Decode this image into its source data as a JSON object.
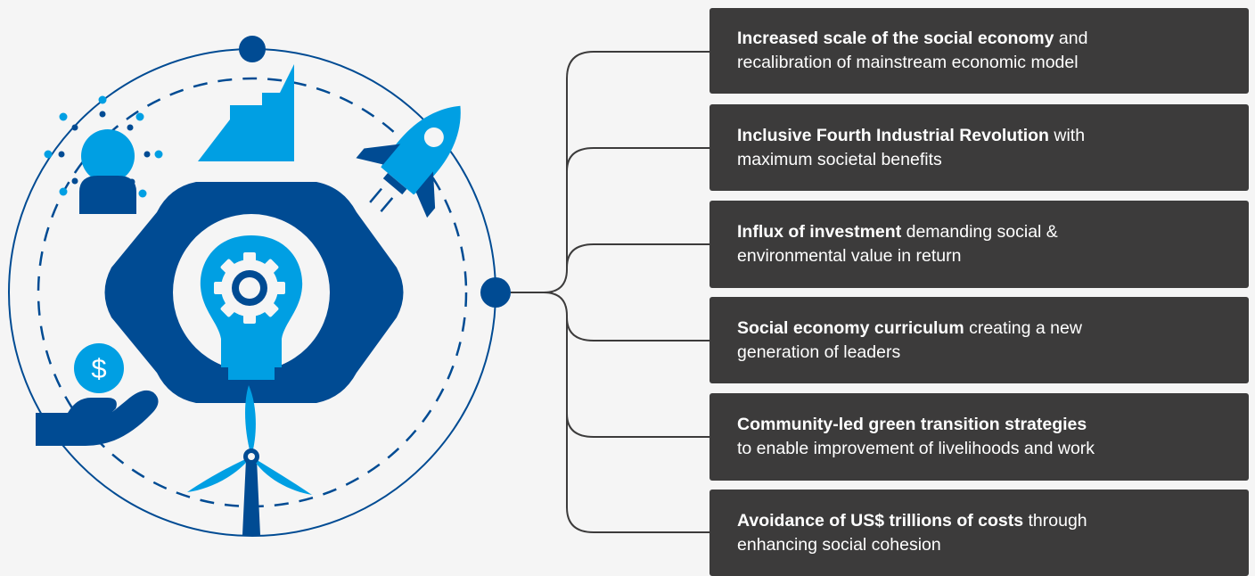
{
  "colors": {
    "background": "#f5f5f5",
    "dark_blue": "#004b93",
    "light_blue": "#009fe3",
    "box_fill": "#3c3b3b",
    "box_text": "#ffffff",
    "connector": "#3c3b3b"
  },
  "icons": [
    "person-network-icon",
    "growth-chart-icon",
    "rocket-icon",
    "lightbulb-gear-icon",
    "dollar-coin-icon",
    "hand-icon",
    "wind-turbine-icon"
  ],
  "outcomes": [
    {
      "bold": "Increased scale of the social economy",
      "rest": " and",
      "line2": "recalibration of mainstream economic model"
    },
    {
      "bold": "Inclusive Fourth Industrial Revolution",
      "rest": " with",
      "line2": "maximum societal benefits"
    },
    {
      "bold": "Influx of investment",
      "rest": " demanding social &",
      "line2": "environmental value in return"
    },
    {
      "bold": "Social economy curriculum",
      "rest": " creating a new",
      "line2": "generation of leaders"
    },
    {
      "bold": "Community-led green transition strategies",
      "rest": "",
      "line2": "to enable improvement of livelihoods and work"
    },
    {
      "bold": "Avoidance of US$ trillions of costs",
      "rest": " through",
      "line2": "enhancing social cohesion"
    }
  ],
  "dollar_symbol": "$"
}
